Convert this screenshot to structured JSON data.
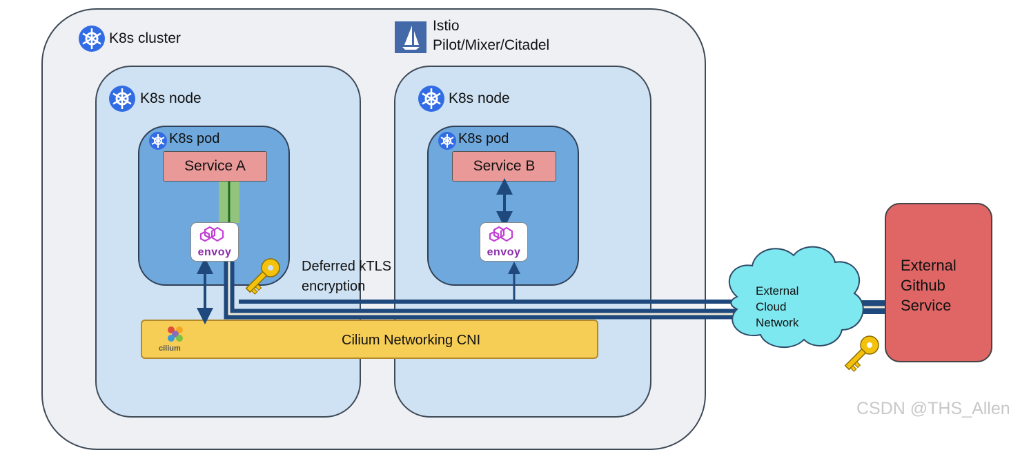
{
  "cluster": {
    "label": "K8s cluster"
  },
  "istio": {
    "line1": "Istio",
    "line2": "Pilot/Mixer/Citadel"
  },
  "node_left": {
    "label": "K8s node",
    "pod": {
      "label": "K8s pod",
      "service": "Service A",
      "proxy": "envoy"
    }
  },
  "node_right": {
    "label": "K8s node",
    "pod": {
      "label": "K8s pod",
      "service": "Service B",
      "proxy": "envoy"
    }
  },
  "tls_note": {
    "line1": "Deferred kTLS",
    "line2": "encryption"
  },
  "cni": {
    "label": "Cilium Networking CNI",
    "logo_text": "cilium"
  },
  "cloud": {
    "line1": "External",
    "line2": "Cloud",
    "line3": "Network"
  },
  "external_service": {
    "line1": "External",
    "line2": "Github",
    "line3": "Service"
  },
  "watermark": "CSDN @THS_Allen",
  "colors": {
    "cluster_fill": "#eef0f4",
    "node_fill": "#cfe2f3",
    "pod_fill": "#6fa8dc",
    "service_fill": "#ea9999",
    "cni_fill": "#f6cd55",
    "cloud_fill": "#7ee8f0",
    "external_fill": "#e06666",
    "link_color": "#1f497d",
    "key_color": "#f4c20d"
  },
  "icons": [
    "kubernetes-helm-icon",
    "istio-sail-icon",
    "envoy-logo-icon",
    "cilium-logo-icon",
    "key-icon",
    "cloud-shape"
  ]
}
